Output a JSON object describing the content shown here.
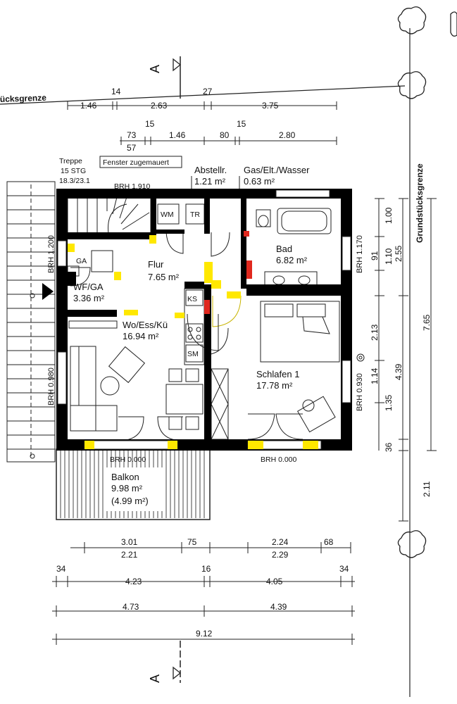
{
  "rooms": {
    "flur": {
      "name": "Flur",
      "area": "7.65 m²"
    },
    "bad": {
      "name": "Bad",
      "area": "6.82 m²"
    },
    "wfga": {
      "name": "WF/GA",
      "area": "3.36 m²"
    },
    "woesskue": {
      "name": "Wo/Ess/Kü",
      "area": "16.94 m²"
    },
    "schlafen": {
      "name": "Schlafen 1",
      "area": "17.78 m²"
    },
    "balkon": {
      "name": "Balkon",
      "area": "9.98 m²",
      "area_half": "(4.99 m²)"
    },
    "abstellr": {
      "name": "Abstellr.",
      "area": "1.21 m²"
    },
    "gas": {
      "name": "Gas/Elt./Wasser",
      "area": "0.63 m²"
    }
  },
  "labels": {
    "treppe": "Treppe",
    "stg": "15 STG",
    "stg_ratio": "18.3/23.1",
    "fenster": "Fenster zugemauert",
    "brh_top": "BRH 1.910",
    "wm": "WM",
    "tr": "TR",
    "ga": "GA",
    "ks": "KS",
    "sm": "SM",
    "brh_left1": "BRH 1.200",
    "brh_left2": "BRH 0.980",
    "brh_right1": "BRH 1.170",
    "brh_right2": "BRH 0.930",
    "brh_bottom1": "BRH 0.000",
    "brh_bottom2": "BRH 0.000",
    "grenze_left": "ücksgrenze",
    "grenze_right": "Grundstücksgrenze",
    "section_mark": "A"
  },
  "dims": {
    "top1": [
      "1.46",
      "14",
      "2.63",
      "27",
      "3.75"
    ],
    "top2": [
      "73",
      "57",
      "15",
      "1.46",
      "80",
      "15",
      "2.80"
    ],
    "bottom1": [
      "3.01",
      "2.21",
      "75",
      "2.24",
      "2.29",
      "68"
    ],
    "bottom2": [
      "34",
      "4.23",
      "16",
      "4.05",
      "34"
    ],
    "bottom3": [
      "4.73",
      "4.39"
    ],
    "bottom4": "9.12",
    "right_inner": [
      "1.00",
      "91",
      "1.10",
      "2.13",
      "1.14",
      "1.35"
    ],
    "right_outer": [
      "2.55",
      "4.39",
      "7.65",
      "36",
      "2.11"
    ]
  }
}
